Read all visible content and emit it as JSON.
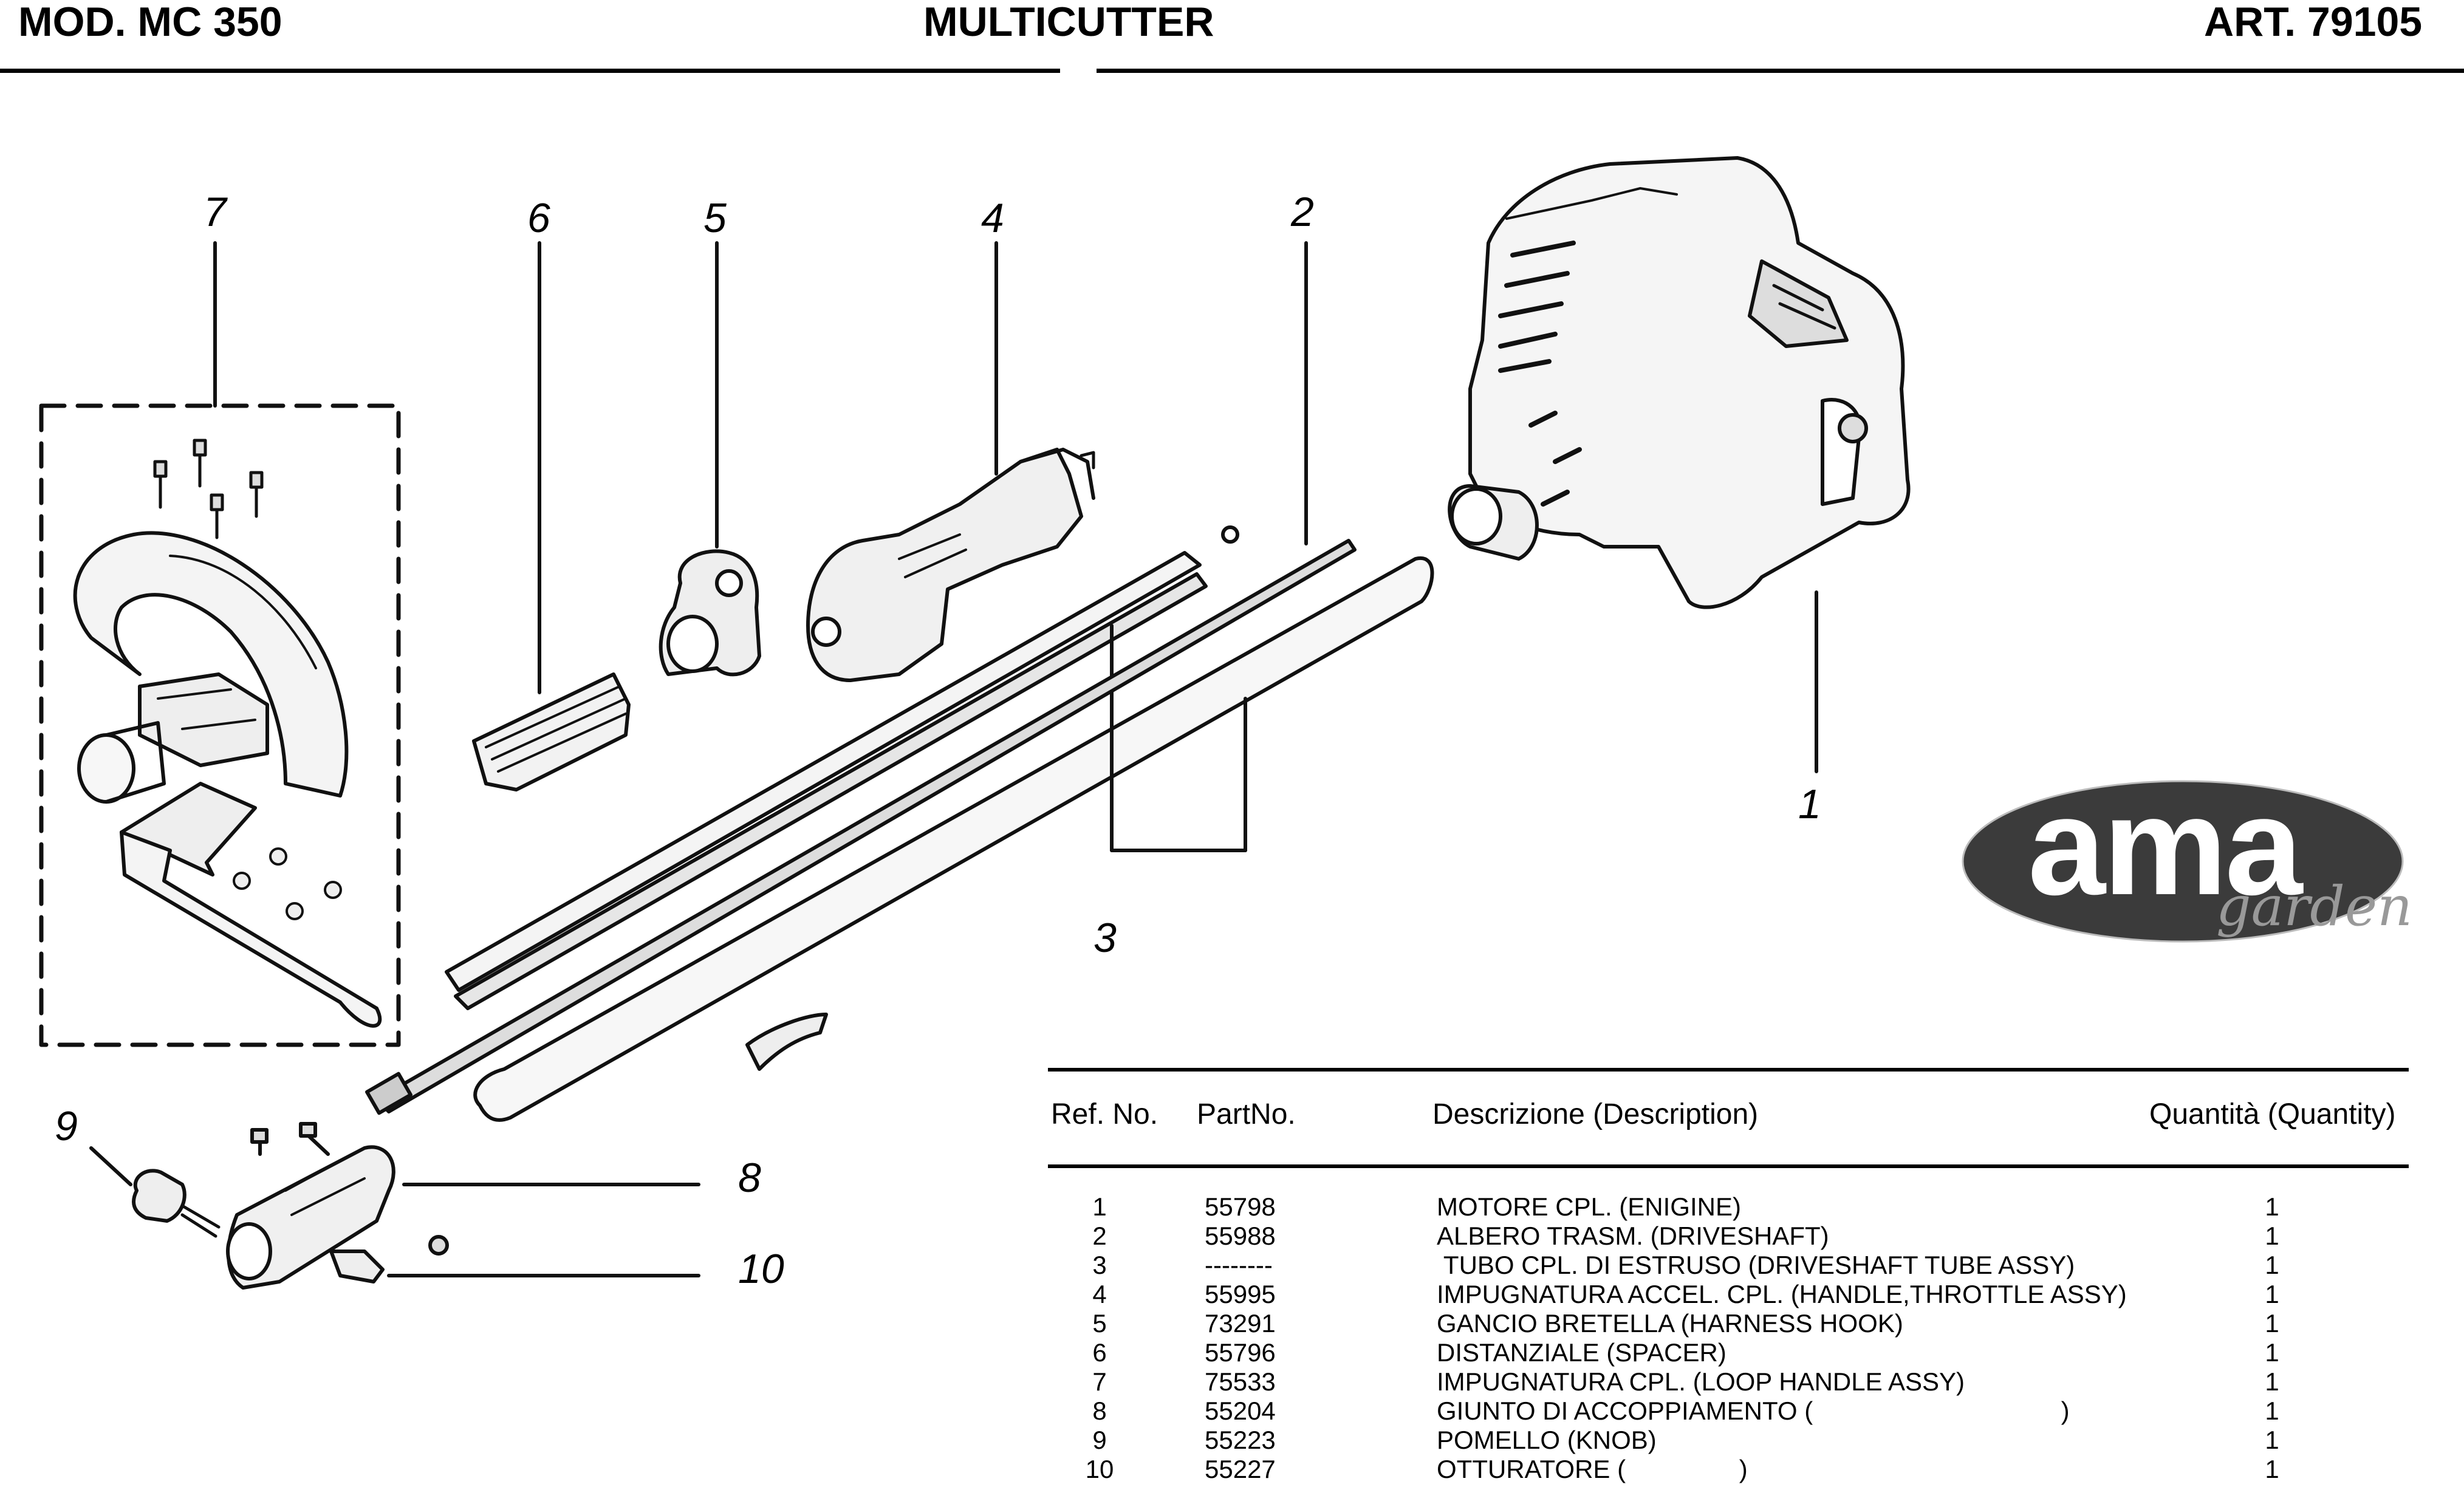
{
  "header": {
    "model": "MOD. MC 350",
    "title": "MULTICUTTER",
    "article": "ART. 79105"
  },
  "diagram": {
    "callouts": [
      "7",
      "6",
      "5",
      "4",
      "2",
      "1",
      "3",
      "9",
      "8",
      "10"
    ]
  },
  "logo": {
    "text": "ama",
    "subtext": "garden"
  },
  "parts_table": {
    "columns": [
      "Ref. No.",
      "PartNo.",
      "Descrizione (Description)",
      "Quantità (Quantity)"
    ],
    "rows": [
      {
        "ref": "1",
        "part": "55798",
        "desc": "MOTORE CPL. (ENIGINE)",
        "qty": "1"
      },
      {
        "ref": "2",
        "part": "55988",
        "desc": "ALBERO TRASM. (DRIVESHAFT)",
        "qty": "1"
      },
      {
        "ref": "3",
        "part": "--------",
        "desc": " TUBO CPL. DI ESTRUSO (DRIVESHAFT TUBE ASSY)",
        "qty": "1"
      },
      {
        "ref": "4",
        "part": "55995",
        "desc": "IMPUGNATURA ACCEL. CPL. (HANDLE,THROTTLE ASSY)",
        "qty": "1"
      },
      {
        "ref": "5",
        "part": "73291",
        "desc": "GANCIO BRETELLA (HARNESS HOOK)",
        "qty": "1"
      },
      {
        "ref": "6",
        "part": "55796",
        "desc": "DISTANZIALE (SPACER)",
        "qty": "1"
      },
      {
        "ref": "7",
        "part": "75533",
        "desc": "IMPUGNATURA CPL. (LOOP HANDLE ASSY)",
        "qty": "1"
      },
      {
        "ref": "8",
        "part": "55204",
        "desc": "GIUNTO DI ACCOPPIAMENTO (                                   )",
        "qty": "1"
      },
      {
        "ref": "9",
        "part": "55223",
        "desc": "POMELLO (KNOB)",
        "qty": "1"
      },
      {
        "ref": "10",
        "part": "55227",
        "desc": "OTTURATORE (                )",
        "qty": "1"
      }
    ]
  }
}
